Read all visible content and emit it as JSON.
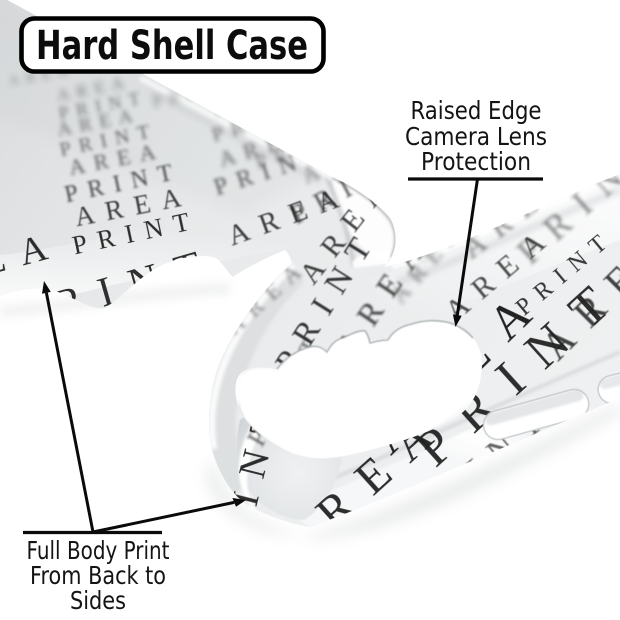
{
  "title": {
    "label": "Hard Shell Case"
  },
  "annotations": {
    "camera": {
      "lines": [
        "Raised Edge",
        "Camera Lens",
        "Protection"
      ]
    },
    "full_body": {
      "lines": [
        "Full Body Print",
        "From Back to",
        "Sides"
      ]
    }
  },
  "case_art": {
    "pattern": {
      "print": "PRINT",
      "area": "AREA"
    },
    "features": [
      "camera-cutout",
      "side-button-slots",
      "wrap-around-print"
    ]
  },
  "colors": {
    "background": "#ffffff",
    "annotation_ink": "#111111",
    "title_ink": "#0c0c0c",
    "box_border": "#000000",
    "case_base": "#e9ebec",
    "case_shadow": "#c2c5c8",
    "pattern_ink": "#2b2b2b"
  }
}
